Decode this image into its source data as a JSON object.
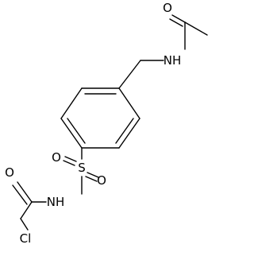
{
  "molecule": {
    "atoms": {
      "acetyl_oxygen": "O",
      "amide_nh_top": "NH",
      "sulfur": "S",
      "sulfonyl_oxygen_left": "O",
      "sulfonyl_oxygen_right": "O",
      "sulfonamide_nh": "NH",
      "chloroacetyl_oxygen": "O",
      "chlorine": "Cl"
    }
  }
}
